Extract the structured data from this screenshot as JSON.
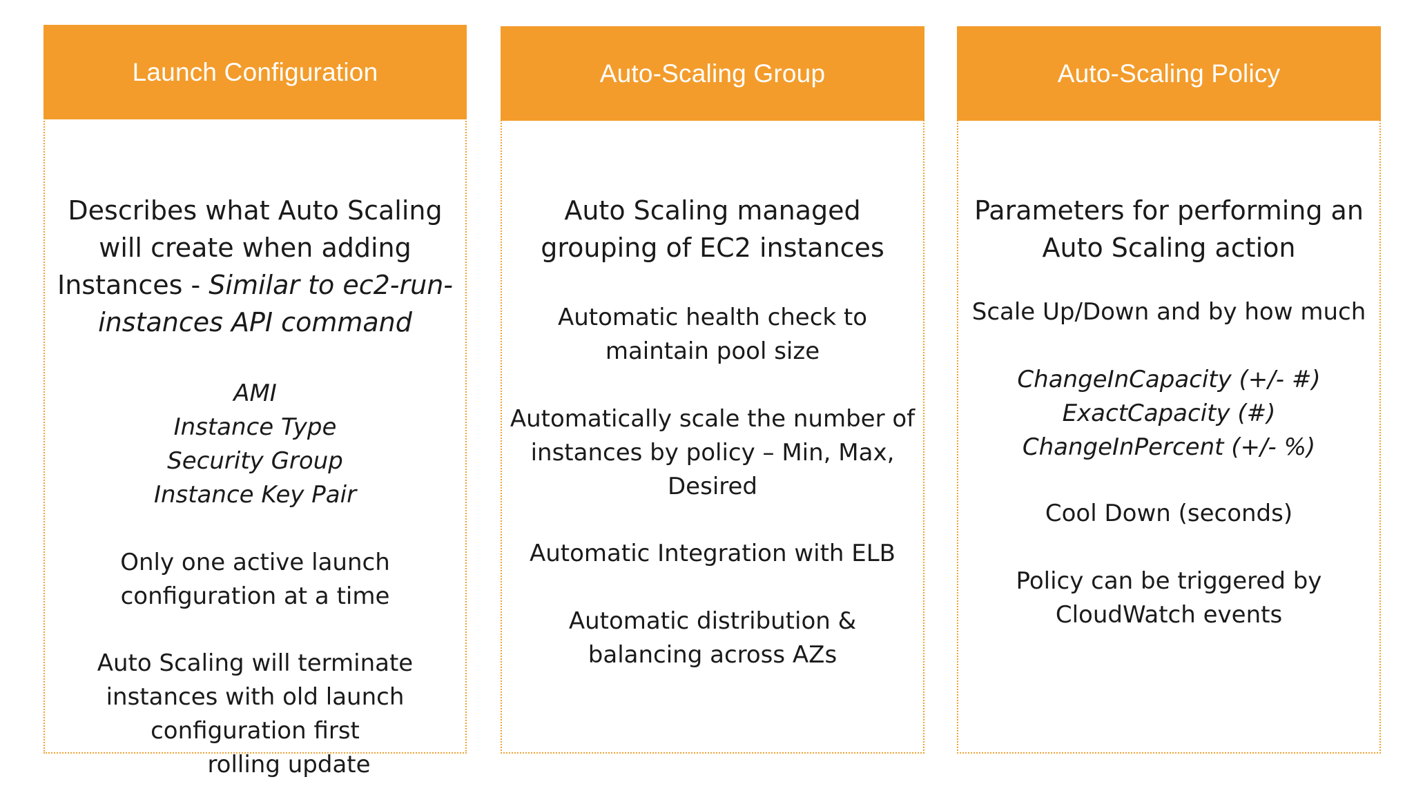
{
  "panels": [
    {
      "title": "Launch Configuration",
      "lead_lines": [
        "Describes what Auto Scaling",
        "will create when adding"
      ],
      "lead_line3_plain": "Instances - ",
      "lead_line3_italic": "Similar to ec2-run-",
      "lead_line4_italic": "instances API command",
      "attributes": [
        "AMI",
        "Instance Type",
        "Security Group",
        "Instance Key Pair"
      ],
      "note1": [
        "Only one active launch",
        "configuration at a time"
      ],
      "note2": [
        "Auto Scaling will terminate",
        "instances with old launch",
        "configuration first",
        "rolling update"
      ]
    },
    {
      "title": "Auto-Scaling Group",
      "lead_lines": [
        "Auto Scaling managed",
        "grouping of EC2 instances"
      ],
      "health": [
        "Automatic health check to",
        "maintain pool size"
      ],
      "scale": [
        "Automatically scale the number of",
        "instances by policy – Min, Max,",
        "Desired"
      ],
      "elb": "Automatic Integration with ELB",
      "distribution": [
        "Automatic distribution &",
        "balancing across AZs"
      ]
    },
    {
      "title": "Auto-Scaling Policy",
      "lead_lines": [
        "Parameters for performing an",
        "Auto Scaling action"
      ],
      "scale": "Scale Up/Down and by how much",
      "adjustments": [
        "ChangeInCapacity (+/- #)",
        "ExactCapacity (#)",
        "ChangeInPercent (+/- %)"
      ],
      "cooldown": "Cool Down (seconds)",
      "trigger": [
        "Policy can be triggered by",
        "CloudWatch events"
      ]
    }
  ],
  "colors": {
    "header": "#f39c2b",
    "border": "#f0a030",
    "text": "#1a1a1a"
  }
}
